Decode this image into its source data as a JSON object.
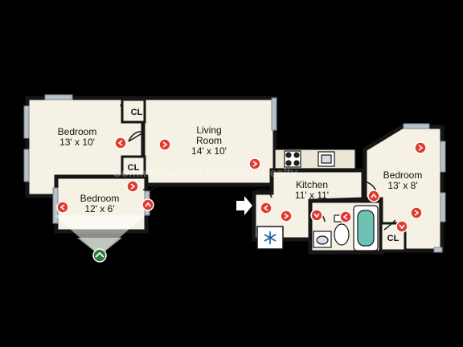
{
  "floorplan": {
    "watermark": "Commonwealth Standard Realty",
    "colors": {
      "background": "#000000",
      "floor": "#f5f1e4",
      "wall": "#161616",
      "marker": "#e03a2f",
      "window": "#b9c1c8"
    },
    "rooms": [
      {
        "id": "bedroom-1",
        "name": "Bedroom",
        "size": "13' x 10'"
      },
      {
        "id": "living",
        "name": "Living\nRoom",
        "size": "14' x 10'"
      },
      {
        "id": "bedroom-2",
        "name": "Bedroom",
        "size": "12' x 6'"
      },
      {
        "id": "kitchen",
        "name": "Kitchen",
        "size": "11' x 11'"
      },
      {
        "id": "bedroom-3",
        "name": "Bedroom",
        "size": "13' x 8'"
      }
    ],
    "closets": [
      {
        "id": "cl-1",
        "label": "CL"
      },
      {
        "id": "cl-2",
        "label": "CL"
      },
      {
        "id": "cl-3",
        "label": "CL"
      }
    ],
    "icons": {
      "entry": "entry-arrow-icon",
      "camera": "camera-view-icon",
      "view_marker": "photo-marker-icon",
      "fridge": "snowflake-icon",
      "stove": "stove-icon",
      "sink": "sink-icon",
      "toilet": "toilet-icon",
      "bathtub": "bathtub-icon"
    }
  }
}
